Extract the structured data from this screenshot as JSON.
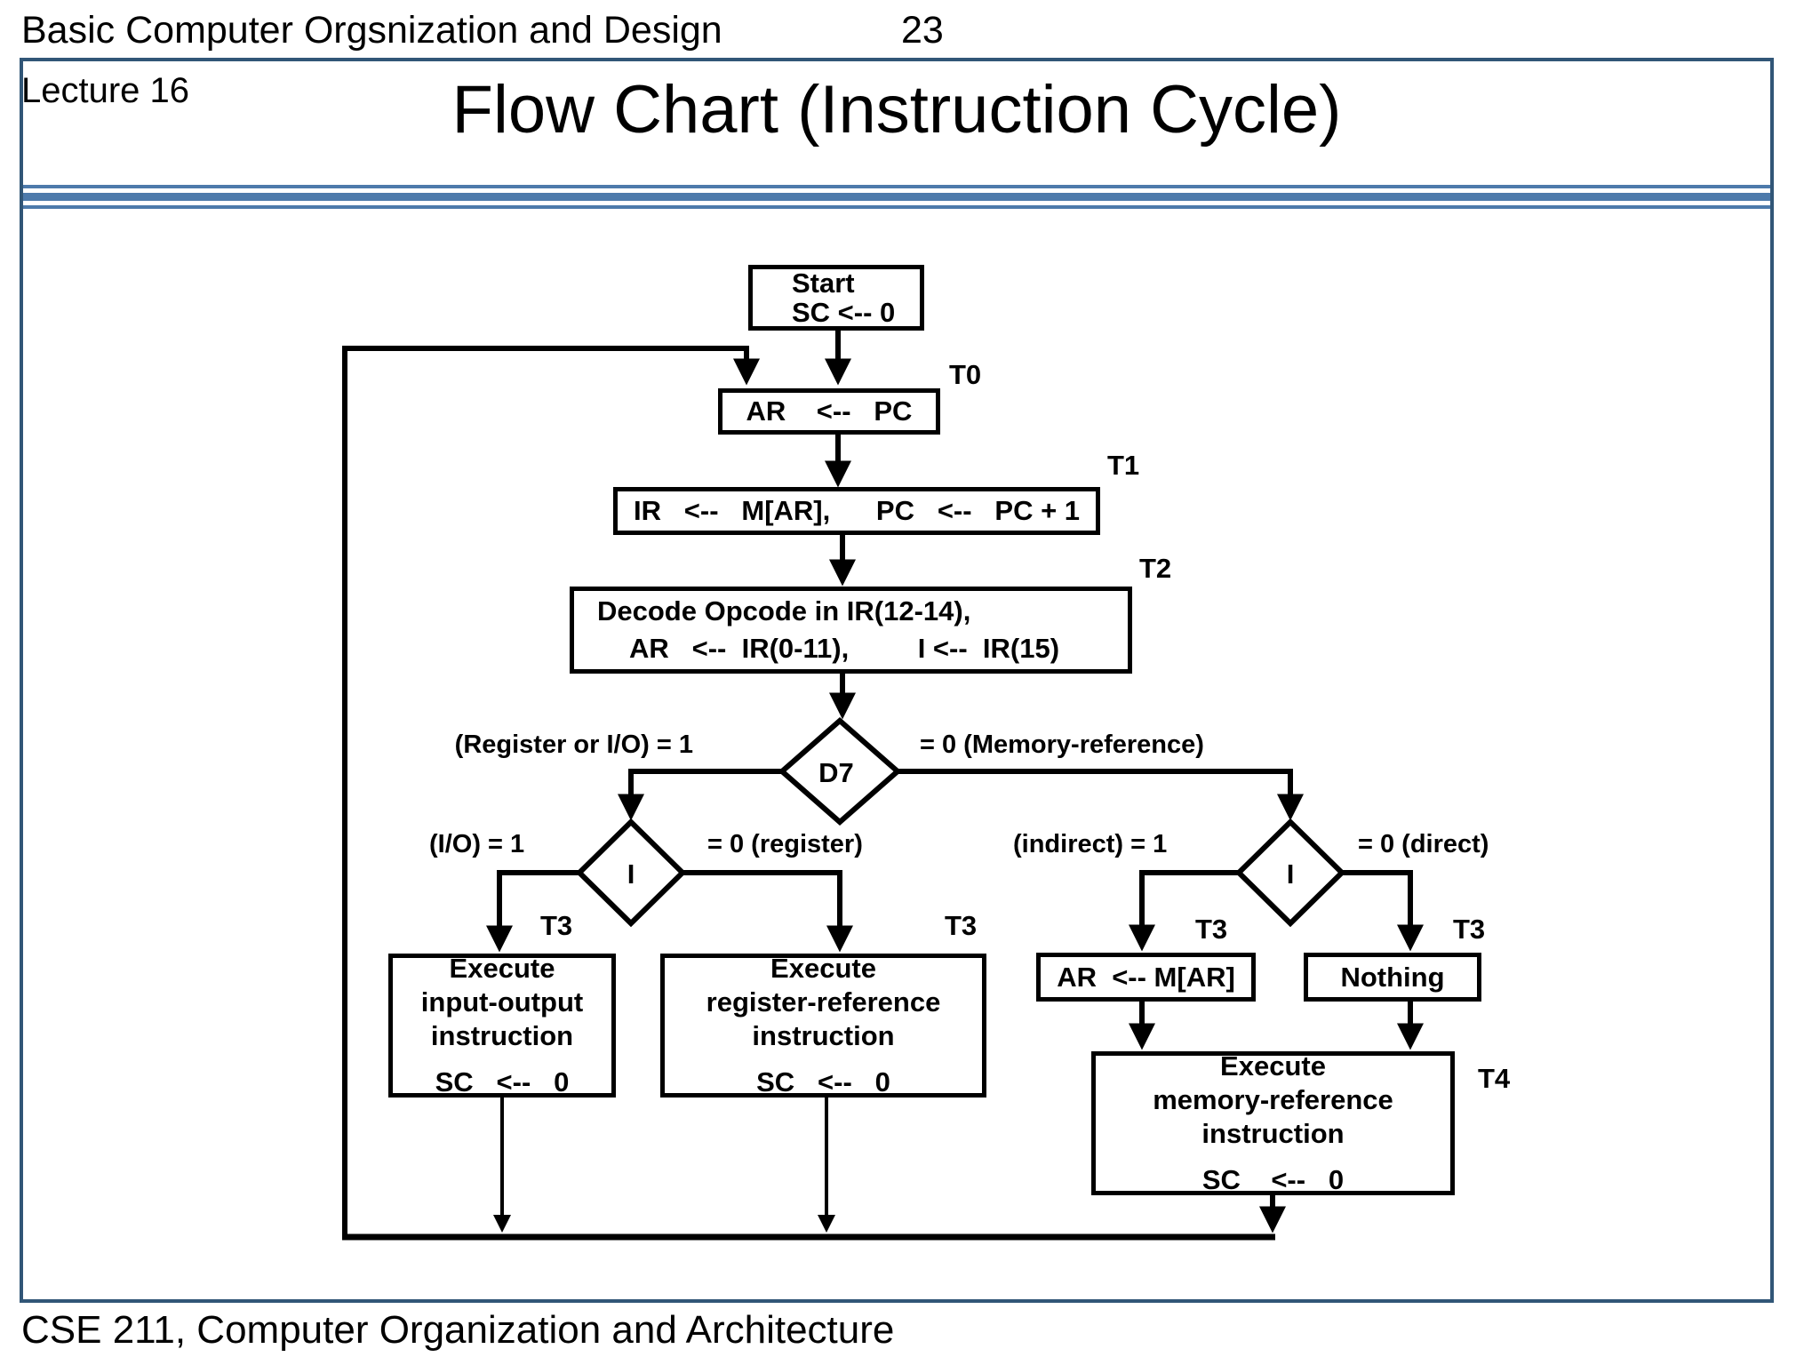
{
  "colors": {
    "slide_border": "#315677",
    "separator": "#4d7aab",
    "ink": "#000000",
    "background": "#ffffff"
  },
  "header": {
    "course_title": "Basic Computer Orgsnization and Design",
    "page_number": "23",
    "lecture": "Lecture 16"
  },
  "slide_title": "Flow Chart (Instruction Cycle)",
  "footer": "CSE 211, Computer Organization and Architecture",
  "flow": {
    "start": {
      "line1": "Start",
      "line2": "SC <-- 0"
    },
    "t0": {
      "label": "AR    <--   PC",
      "time": "T0"
    },
    "t1": {
      "label": "IR   <--   M[AR],      PC   <--   PC + 1",
      "time": "T1"
    },
    "t2": {
      "line1": "Decode Opcode in IR(12-14),",
      "line2": "AR   <--  IR(0-11),         I <--  IR(15)",
      "time": "T2"
    },
    "d7": {
      "label": "D7"
    },
    "i_left": {
      "label": "I"
    },
    "i_right": {
      "label": "I"
    },
    "branches": {
      "register_or_io": "(Register or I/O) = 1",
      "memory_reference": "= 0 (Memory-reference)",
      "io": "(I/O) = 1",
      "register": "= 0 (register)",
      "indirect": "(indirect) = 1",
      "direct": "= 0 (direct)"
    },
    "exec_io": {
      "line1": "Execute",
      "line2": "input-output",
      "line3": "instruction",
      "sc": "SC   <--   0",
      "time": "T3"
    },
    "exec_reg": {
      "line1": "Execute",
      "line2": "register-reference",
      "line3": "instruction",
      "sc": "SC   <--   0",
      "time": "T3"
    },
    "ar_mar": {
      "label": "AR  <-- M[AR]",
      "time": "T3"
    },
    "nothing": {
      "label": "Nothing",
      "time": "T3"
    },
    "exec_mem": {
      "line1": "Execute",
      "line2": "memory-reference",
      "line3": "instruction",
      "sc": "SC    <--   0",
      "time": "T4"
    }
  }
}
